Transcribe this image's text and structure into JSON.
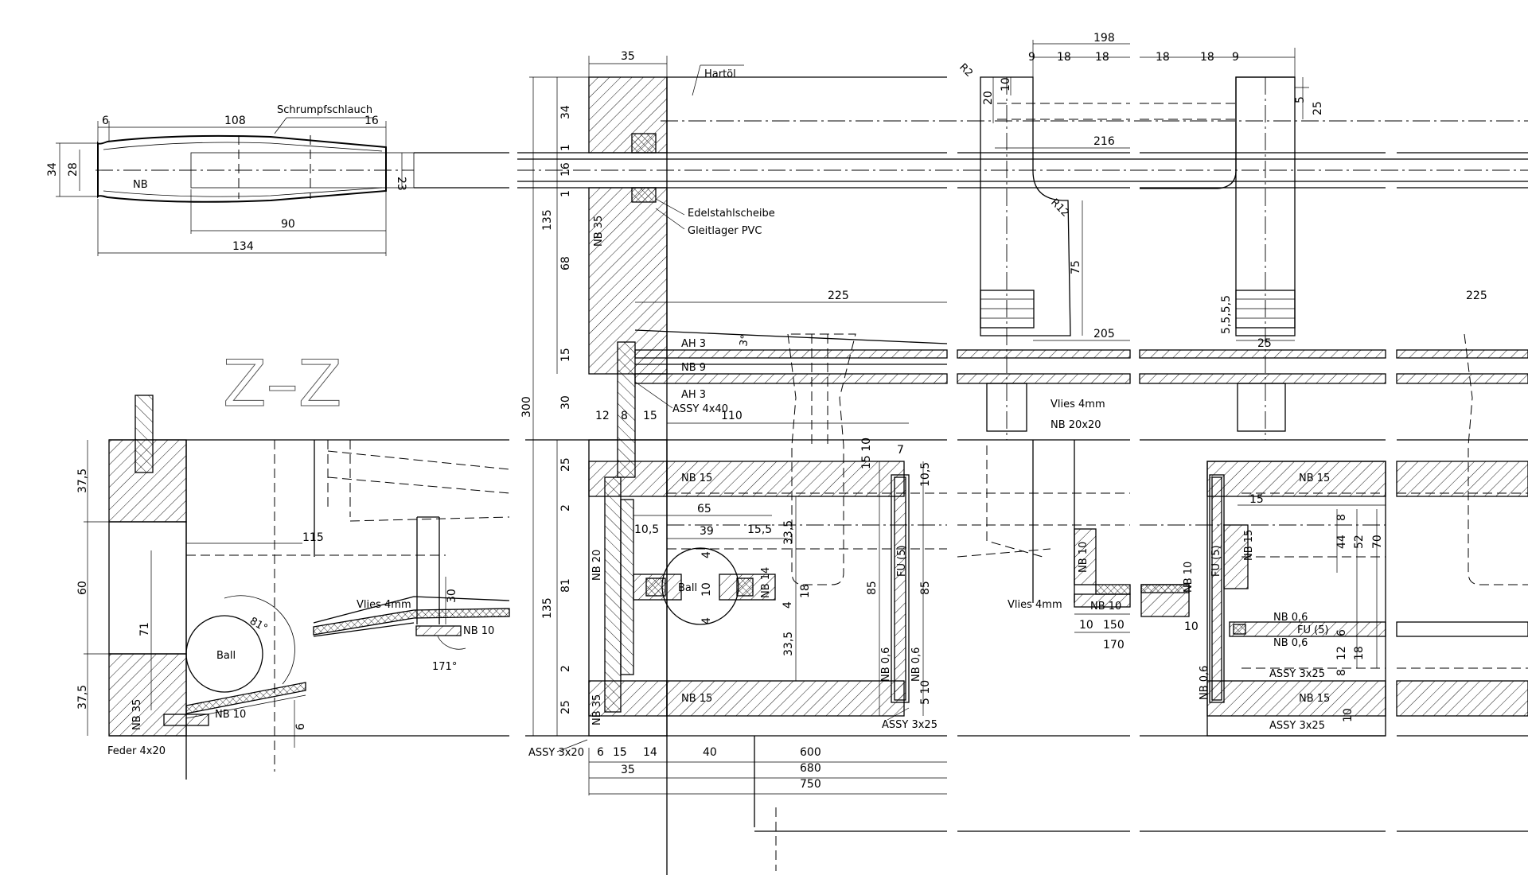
{
  "section_label": "Z–Z",
  "labels": {
    "schrumpfschlauch": "Schrumpfschlauch",
    "hartoel": "Hartöl",
    "edelstahlscheibe": "Edelstahlscheibe",
    "gleitlager": "Gleitlager PVC",
    "nb": "NB",
    "nb35": "NB 35",
    "nb35b": "NB 35",
    "nb35c": "NB 35",
    "nb9": "NB 9",
    "nb10": "NB 10",
    "nb10b": "NB 10",
    "nb10c": "NB 10",
    "nb10d": "NB 10",
    "nb10e": "NB 10",
    "nb14": "NB 14",
    "nb15a": "NB 15",
    "nb15b": "NB 15",
    "nb15c": "NB 15",
    "nb15d": "NB 15",
    "nb15e": "NB 15",
    "nb20": "NB 20",
    "nb06a": "NB 0,6",
    "nb06b": "NB 0,6",
    "nb06c": "NB 0,6",
    "nb06d": "NB 0,6",
    "nb06e": "NB 0,6",
    "nb20x20": "NB 20x20",
    "ah3a": "AH 3",
    "ah3b": "AH 3",
    "assy4x40": "ASSY 4x40",
    "assy3x20": "ASSY 3x20",
    "assy3x25a": "ASSY 3x25",
    "assy3x25b": "ASSY 3x25",
    "assy3x25c": "ASSY 3x25",
    "fu5a": "FU (5)",
    "fu5b": "FU (5)",
    "fu5c": "FU (5)",
    "ball1": "Ball",
    "ball2": "Ball",
    "vlies1": "Vlies 4mm",
    "vlies2": "Vlies 4mm",
    "vlies3": "Vlies 4mm",
    "feder": "Feder 4x20",
    "r2": "R2",
    "r12": "R12",
    "angle81": "81°",
    "angle171": "171°",
    "angle3": "3°"
  },
  "dims": {
    "d6": "6",
    "d108": "108",
    "d16": "16",
    "d34": "34",
    "d28": "28",
    "d23": "23",
    "d90": "90",
    "d134": "134",
    "d35top": "35",
    "d34v": "34",
    "d1a": "1",
    "d16v": "16",
    "d1b": "1",
    "d135a": "135",
    "d68": "68",
    "d15v": "15",
    "d30": "30",
    "d300": "300",
    "d25a": "25",
    "d2a": "2",
    "d135b": "135",
    "d81": "81",
    "d2b": "2",
    "d25b": "25",
    "d12": "12",
    "d8": "8",
    "d15": "15",
    "d110": "110",
    "d225a": "225",
    "d65": "65",
    "d10_5a": "10,5",
    "d39": "39",
    "d15_5": "15,5",
    "d33_5a": "33,5",
    "d33_5b": "33,5",
    "d4a": "4",
    "d10c": "10",
    "d4b": "4",
    "d18": "18",
    "d4c": "4",
    "d85a": "85",
    "d85b": "85",
    "d7": "7",
    "d10_5b": "10,5",
    "d15_10": "15 10",
    "d5_10": "5 10",
    "d6b": "6",
    "d15b": "15",
    "d14b": "14",
    "d40": "40",
    "d35b": "35",
    "d600": "600",
    "d680": "680",
    "d750": "750",
    "d37_5a": "37,5",
    "d60": "60",
    "d37_5b": "37,5",
    "d115": "115",
    "d71": "71",
    "d30b": "30",
    "d6c": "6",
    "d198": "198",
    "d9a": "9",
    "d18a": "18",
    "d18b": "18",
    "d18c": "18",
    "d18d": "18",
    "d9b": "9",
    "d20": "20",
    "d10": "10",
    "d216": "216",
    "d75": "75",
    "d205": "205",
    "d25c": "25",
    "d25d": "25",
    "d5": "5",
    "d5555": "5,5,5,5",
    "d225b": "225",
    "d10x": "10",
    "d150": "150",
    "d170": "170",
    "d10y": "10",
    "d15c": "15",
    "d44": "44",
    "d52": "52",
    "d70": "70",
    "d8b": "8",
    "d6d": "6",
    "d12b": "12",
    "d8c": "8",
    "d18e": "18",
    "d10z": "10"
  }
}
